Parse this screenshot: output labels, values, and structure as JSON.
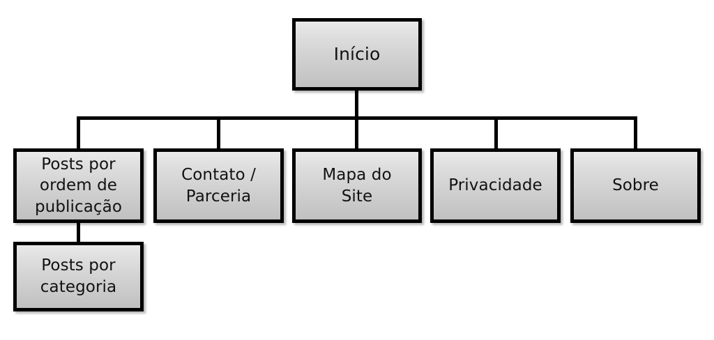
{
  "diagram": {
    "type": "site-map-tree",
    "title": "",
    "colors": {
      "node_border": "#000000",
      "node_fill_top": "#eaeaea",
      "node_fill_bottom": "#c0c0c0",
      "connector": "#000000",
      "text": "#121212",
      "background": "#ffffff"
    },
    "root": {
      "id": "inicio",
      "label": "Início"
    },
    "level2": [
      {
        "id": "posts-ordem-publicacao",
        "label": "Posts por\nordem de\npublicação"
      },
      {
        "id": "contato-parceria",
        "label": "Contato /\nParceria"
      },
      {
        "id": "mapa-do-site",
        "label": "Mapa do\nSite"
      },
      {
        "id": "privacidade",
        "label": "Privacidade"
      },
      {
        "id": "sobre",
        "label": "Sobre"
      }
    ],
    "level3": [
      {
        "id": "posts-categoria",
        "label": "Posts por\ncategoria",
        "parent": "posts-ordem-publicacao"
      }
    ],
    "edges": [
      {
        "from": "inicio",
        "to": "posts-ordem-publicacao"
      },
      {
        "from": "inicio",
        "to": "contato-parceria"
      },
      {
        "from": "inicio",
        "to": "mapa-do-site"
      },
      {
        "from": "inicio",
        "to": "privacidade"
      },
      {
        "from": "inicio",
        "to": "sobre"
      },
      {
        "from": "posts-ordem-publicacao",
        "to": "posts-categoria"
      }
    ]
  }
}
